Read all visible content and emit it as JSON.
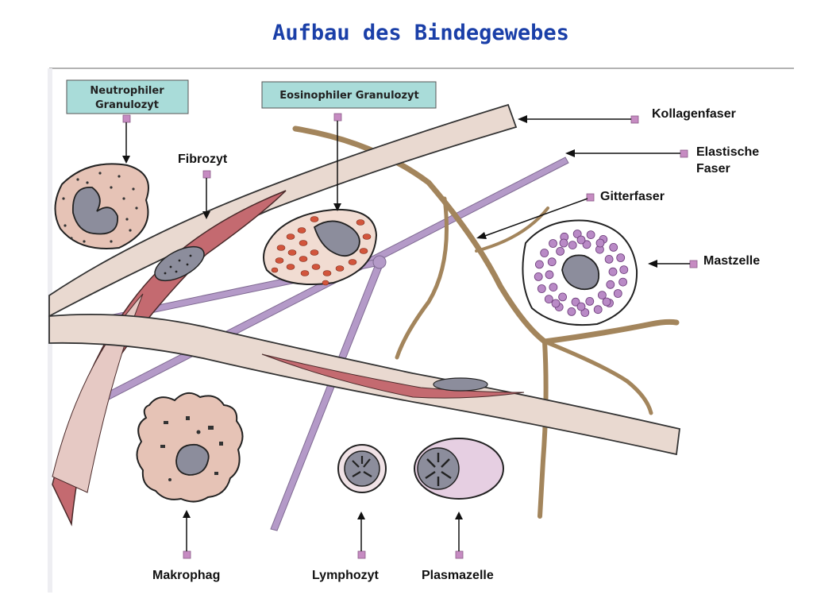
{
  "title": "Aufbau des Bindegewebes",
  "labels": {
    "neutrophil_line1": "Neutrophiler",
    "neutrophil_line2": "Granulozyt",
    "eosinophil": "Eosinophiler Granulozyt",
    "fibrozyt": "Fibrozyt",
    "kollagenfaser": "Kollagenfaser",
    "elastische_line1": "Elastische",
    "elastische_line2": "Faser",
    "gitterfaser": "Gitterfaser",
    "mastzelle": "Mastzelle",
    "makrophag": "Makrophag",
    "lymphozyt": "Lymphozyt",
    "plasmazelle": "Plasmazelle"
  },
  "colors": {
    "title": "#1a3fa8",
    "label_box": "#a9dcd9",
    "marker": "#c68bc2",
    "collagen": "#e9d9d0",
    "elastic": "#a3855c",
    "reticular": "#b49ac8",
    "fibrocyte": "#c46a70",
    "mast_granule": "#b98ac6",
    "eosinophil_granule": "#d2553c"
  }
}
